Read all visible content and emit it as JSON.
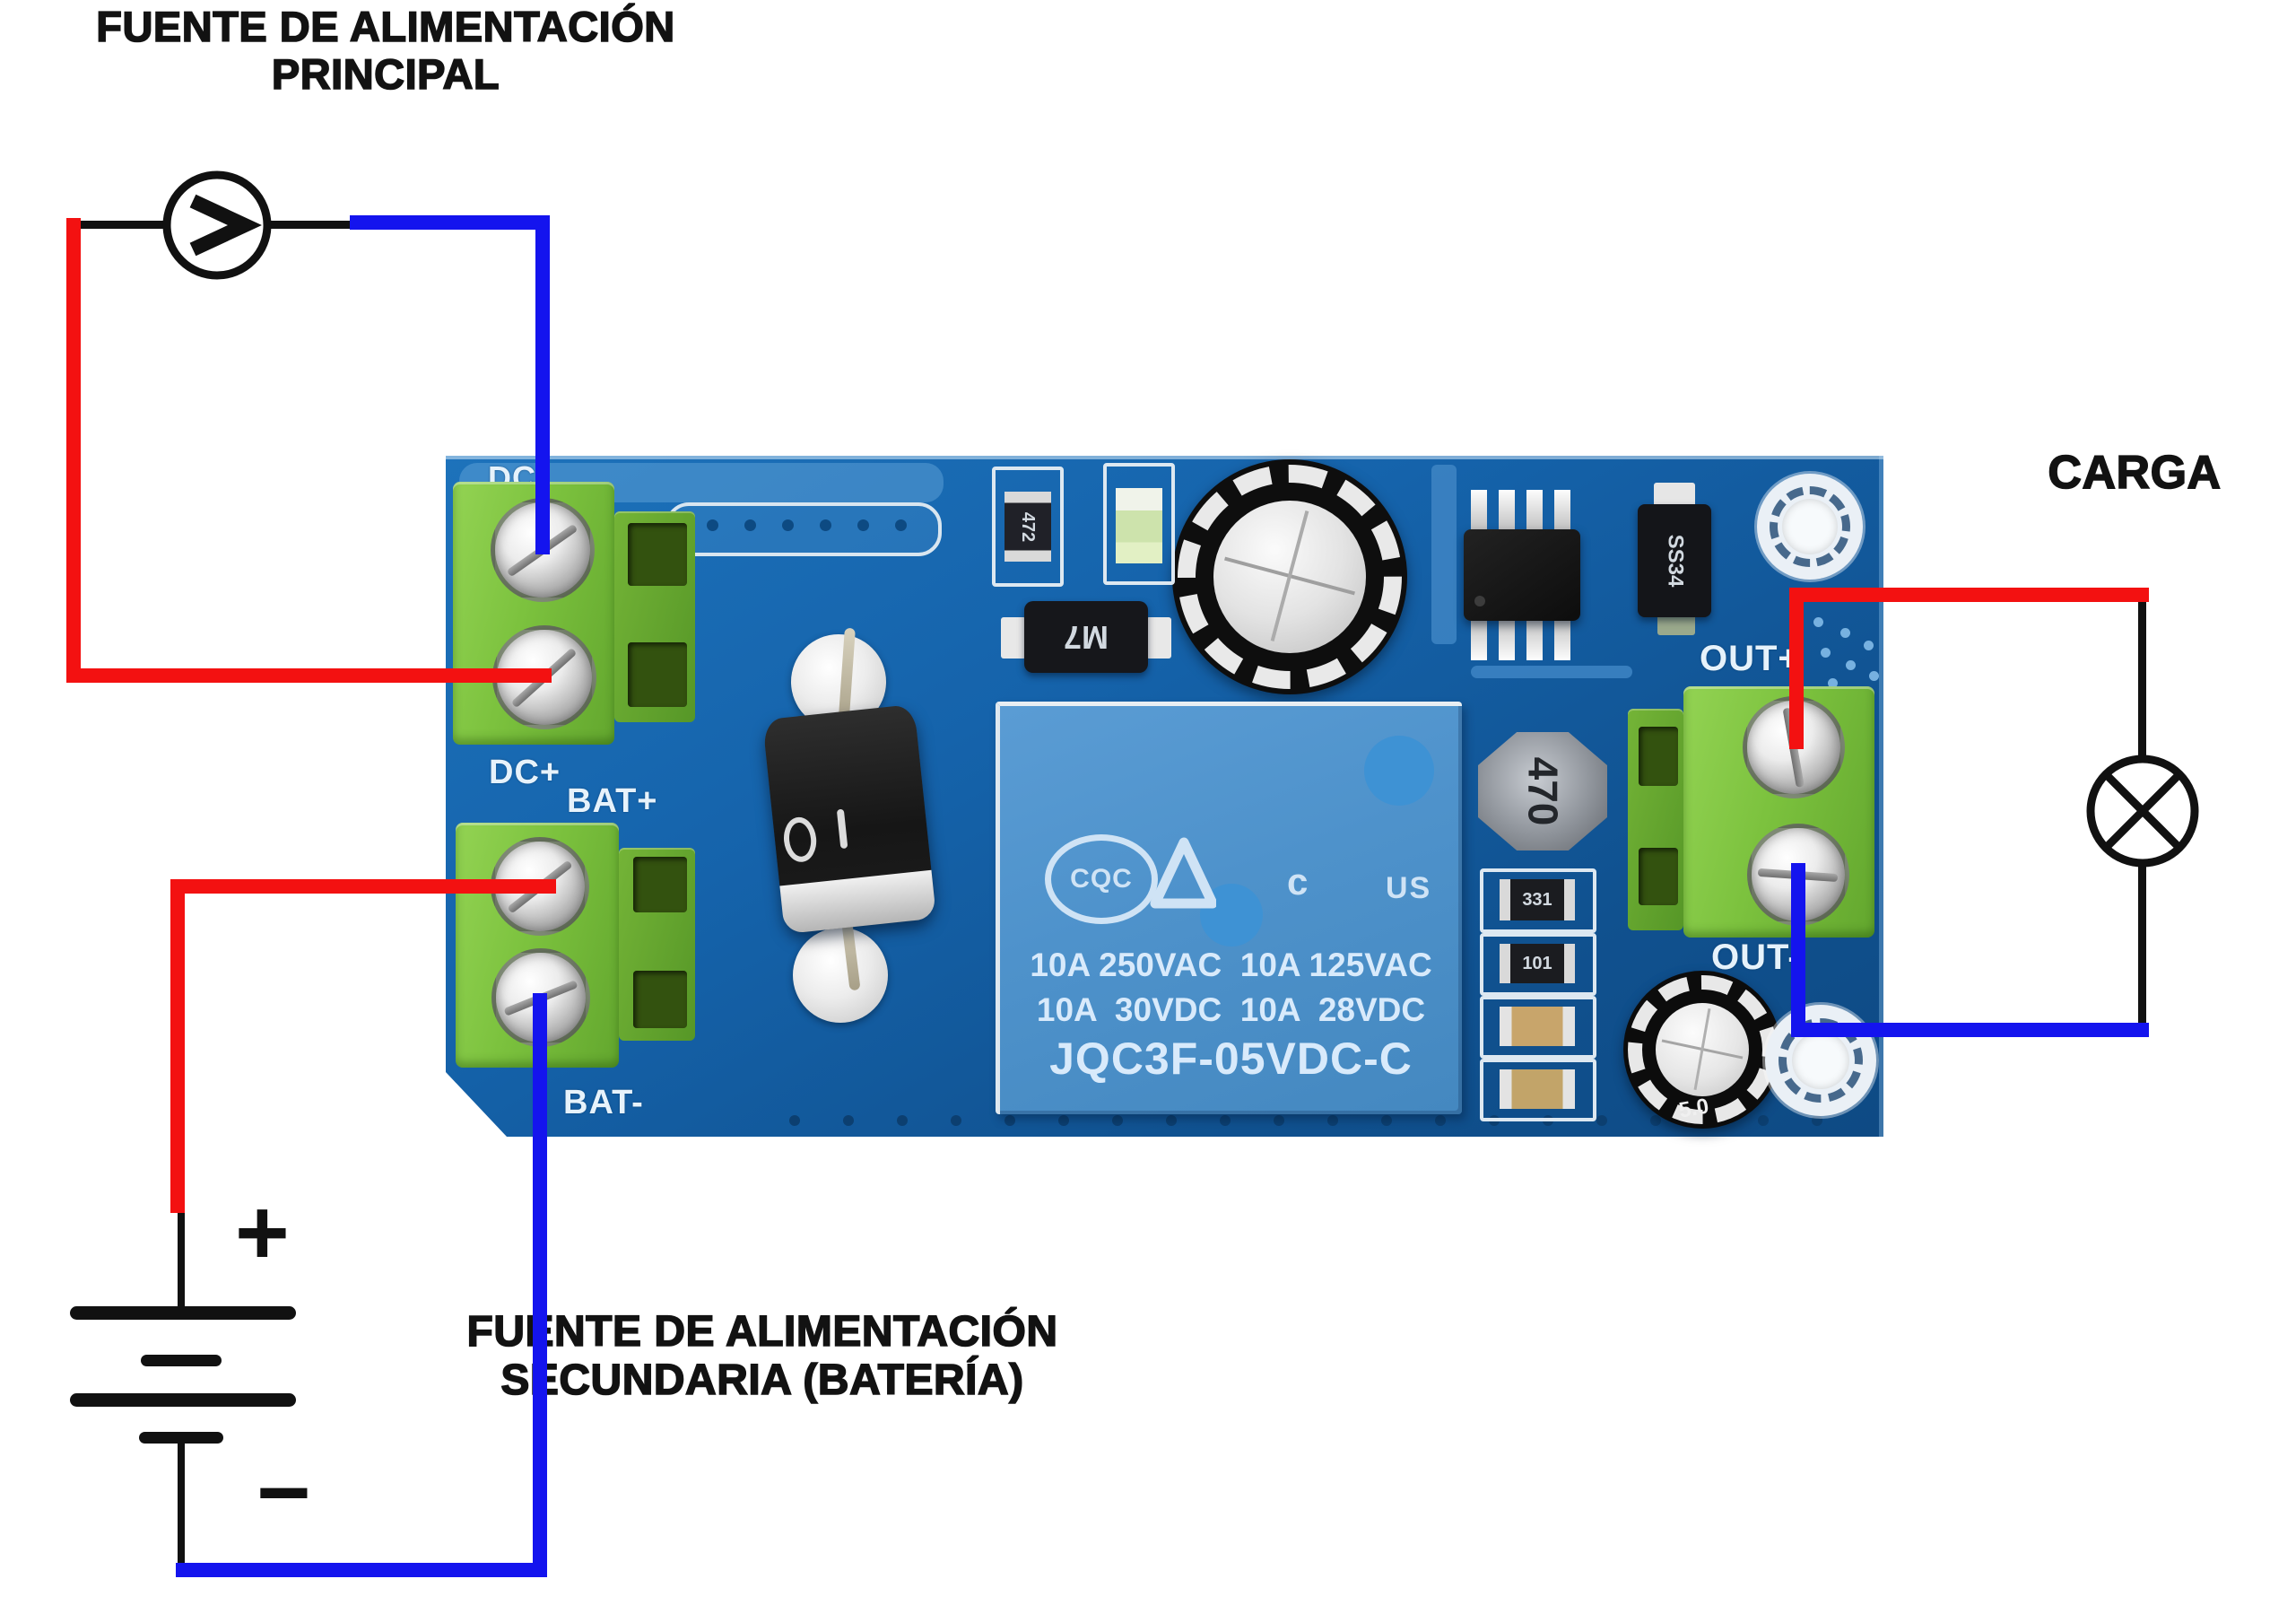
{
  "labels": {
    "main_supply": {
      "line1": "FUENTE DE ALIMENTACIÓN",
      "line2": "PRINCIPAL"
    },
    "secondary_supply": {
      "line1": "FUENTE DE ALIMENTACIÓN",
      "line2": "SECUNDARIA (BATERÍA)"
    },
    "load": "CARGA",
    "battery_plus": "+",
    "battery_minus": "−"
  },
  "pcb": {
    "silkscreen": {
      "dc_minus": "DC-",
      "dc_plus": "DC+",
      "bat_plus": "BAT+",
      "bat_minus": "BAT-",
      "out_plus": "OUT+",
      "out_minus": "OUT-"
    },
    "relay": {
      "cqc_mark": "CQC",
      "c_mark": "c",
      "us_mark": "US",
      "rating_line1": "10A 250VAC  10A 125VAC",
      "rating_line2": "10A  30VDC  10A  28VDC",
      "model": "JQC3F-05VDC-C"
    },
    "components": {
      "inductor_value": "470",
      "resistor_472": "472",
      "smd_diode_m7": "M7",
      "schottky_diode": "SS34",
      "resistor_331": "331",
      "resistor_101": "101",
      "small_cap_mark": "5.0"
    }
  },
  "colors": {
    "wire_red": "#f31111",
    "wire_blue": "#1414ee",
    "pcb_blue": "#1563ab",
    "relay_blue": "#4e92cb",
    "terminal_green": "#7cc23e",
    "label_black": "#121212"
  }
}
